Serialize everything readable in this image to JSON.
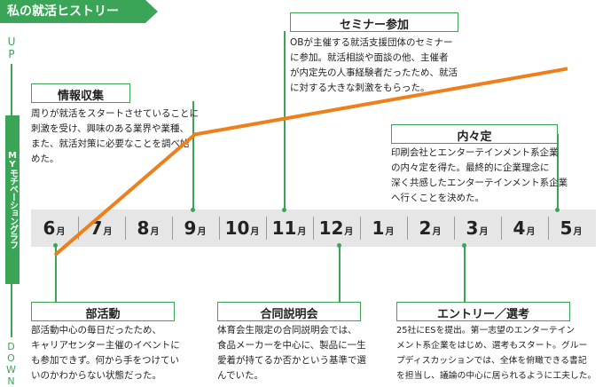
{
  "title": "私の就活ヒストリー",
  "axis": {
    "up": "UP",
    "down": "DOWN",
    "motivation": "MYモチベーショングラフ"
  },
  "months": [
    "6",
    "7",
    "8",
    "9",
    "10",
    "11",
    "12",
    "1",
    "2",
    "3",
    "4",
    "5"
  ],
  "month_unit": "月",
  "events": [
    {
      "title": "情報収集",
      "text": [
        "周りが就活をスタートさせていることに",
        "刺激を受け、興味のある業界や業種、",
        "また、就活対策に必要なことを調べ始",
        "めた。"
      ]
    },
    {
      "title": "セミナー参加",
      "text": [
        "OBが主催する就活支援団体のセミナー",
        "に参加。就活相談や面談の他、主催者",
        "が内定先の人事経験者だったため、就活",
        "に対する大きな刺激をもらった。"
      ]
    },
    {
      "title": "内々定",
      "text": [
        "印刷会社とエンターテインメント系企業",
        "の内々定を得た。最終的に企業理念に",
        "深く共感したエンターテインメント系企業",
        "へ行くことを決めた。"
      ]
    },
    {
      "title": "部活動",
      "text": [
        "部活動中心の毎日だったため、",
        "キャリアセンター主催のイベントに",
        "も参加できず。何から手をつけてい",
        "いのかわからない状態だった。"
      ]
    },
    {
      "title": "合同説明会",
      "text": [
        "体育会生限定の合同説明会では、",
        "食品メーカーを中心に、製品に一生",
        "愛着が持てるか否かという基準で選",
        "んでいた。"
      ]
    },
    {
      "title": "エントリー／選考",
      "text": [
        "25社にESを提出。第一志望のエンターテイン",
        "メント系企業をはじめ、選考もスタート。グルー",
        "プディスカッションでは、全体を俯瞰できる書記",
        "を担当し、議論の中心に居られるように工夫した。"
      ]
    }
  ],
  "chart_data": {
    "type": "line",
    "x": [
      "6",
      "9",
      "5"
    ],
    "values": [
      1,
      6.5,
      9.5
    ],
    "ylim": [
      0,
      10
    ],
    "color": "#ee7f1b"
  },
  "colors": {
    "accent": "#3aa557",
    "line": "#ee7f1b",
    "timeline_bg": "#e6e6e6"
  }
}
